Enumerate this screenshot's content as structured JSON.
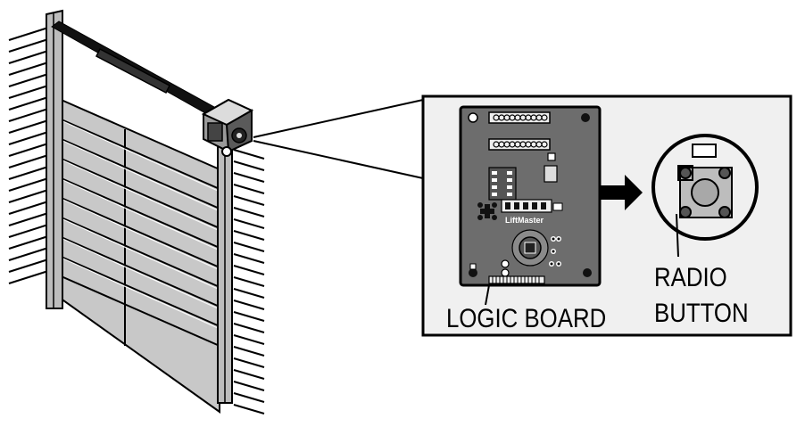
{
  "labels": {
    "logic_board": "LOGIC BOARD",
    "radio_line1": "RADIO",
    "radio_line2": "BUTTON"
  },
  "board": {
    "brand": "LiftMaster"
  },
  "colors": {
    "ink": "#000000",
    "panel_fill": "#f0f0f0",
    "board_fill": "#6d6d6d",
    "gate_fill": "#c8c8c8",
    "operator_fill": "#9a9a9a"
  },
  "icons": {
    "arrow": "arrow-right-icon",
    "radio_button": "radio-button-icon"
  }
}
